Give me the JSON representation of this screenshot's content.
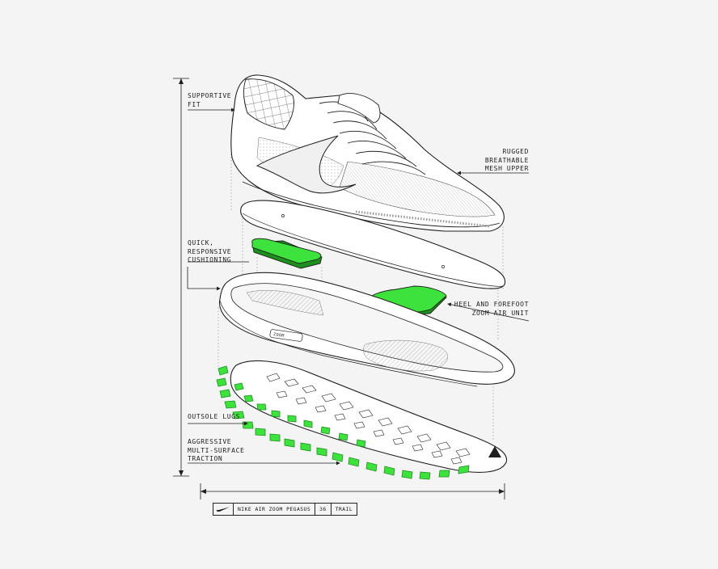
{
  "labels": {
    "supportive_fit": "SUPPORTIVE\nFIT",
    "mesh_upper": "RUGGED\nBREATHABLE\nMESH UPPER",
    "cushioning": "QUICK,\nRESPONSIVE\nCUSHIONING",
    "zoom_air": "HEEL AND FOREFOOT\nZOOM AIR UNIT",
    "outsole_lugs": "OUTSOLE LUGS",
    "traction": "AGGRESSIVE\nMULTI-SURFACE\nTRACTION"
  },
  "midsole_text": "ZOOM",
  "footer": {
    "logo_icon": "swoosh-icon",
    "model": "NIKE AIR ZOOM PEGASUS",
    "version": "36",
    "variant": "TRAIL"
  },
  "colors": {
    "background": "#f4f4f4",
    "line": "#1f1f1f",
    "accent_green": "#3de23d",
    "accent_green_dark": "#1c8f1c",
    "hatch_gray": "#cfcfcf"
  }
}
